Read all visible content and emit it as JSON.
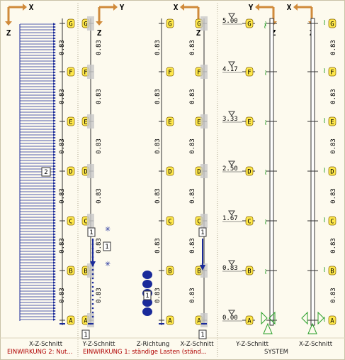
{
  "colors": {
    "background": "#fdfaee",
    "load_blue": "#1a2a9a",
    "node_yellow": "#ffe84a",
    "axis_orange": "#d08a3a",
    "support_green": "#2aa02a",
    "caption_red": "#b00000",
    "panel_divider": "#b0a890",
    "beam_gray": "#c8c8c8"
  },
  "axis_labels": {
    "x": "X",
    "y": "Y",
    "z": "Z"
  },
  "nodes": [
    "G",
    "F",
    "E",
    "D",
    "C",
    "B",
    "A"
  ],
  "segment_length_label": "0.83",
  "levels": [
    "5.00",
    "4.17",
    "3.33",
    "2.50",
    "1.67",
    "0.83",
    "0.00"
  ],
  "panel1": {
    "load_label": "2",
    "caption": "X-Z-Schnitt",
    "case_caption": "EINWIRKUNG 2: Nut..."
  },
  "panel2": {
    "load_labels": [
      "1",
      "1",
      "1"
    ],
    "captions": [
      "Y-Z-Schnitt",
      "Z-Richtung",
      "X-Z-Schnitt"
    ],
    "case_caption": "EINWIRKUNG 1: ständige Lasten (ständ..."
  },
  "panel3": {
    "captions": [
      "Y-Z-Schnitt",
      "X-Z-Schnitt"
    ],
    "case_caption": "SYSTEM"
  }
}
